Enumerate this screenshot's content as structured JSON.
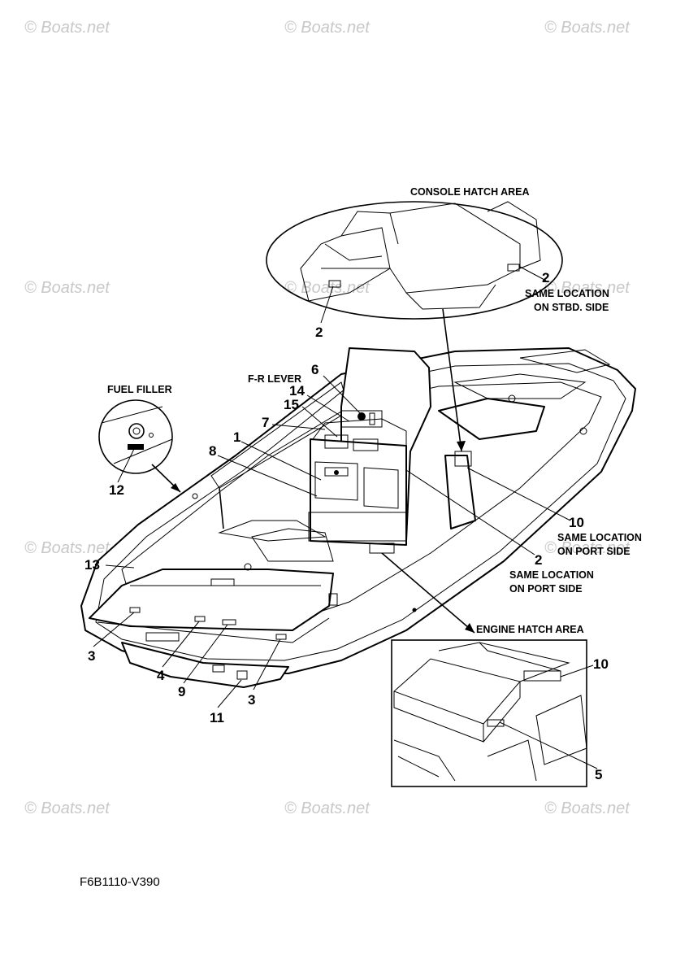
{
  "watermark": "© Boats.net",
  "figure_code": "F6B1110-V390",
  "captions": {
    "console_hatch_area": "CONSOLE HATCH AREA",
    "engine_hatch_area": "ENGINE HATCH AREA",
    "fuel_filler": "FUEL FILLER",
    "f_r_lever": "F-R LEVER",
    "same_location_stbd_1": "SAME LOCATION",
    "same_location_stbd_2": "ON STBD. SIDE",
    "same_location_port_a1": "SAME LOCATION",
    "same_location_port_a2": "ON PORT SIDE",
    "same_location_port_b1": "SAME LOCATION",
    "same_location_port_b2": "ON PORT SIDE"
  },
  "callouts": {
    "c1": "1",
    "c2_console_top": "2",
    "c2_console_bottom": "2",
    "c2_main": "2",
    "c3_left": "3",
    "c3_right": "3",
    "c4": "4",
    "c5": "5",
    "c6": "6",
    "c7": "7",
    "c8": "8",
    "c9": "9",
    "c10_main": "10",
    "c10_engine": "10",
    "c11": "11",
    "c12": "12",
    "c13": "13",
    "c14": "14",
    "c15": "15"
  }
}
